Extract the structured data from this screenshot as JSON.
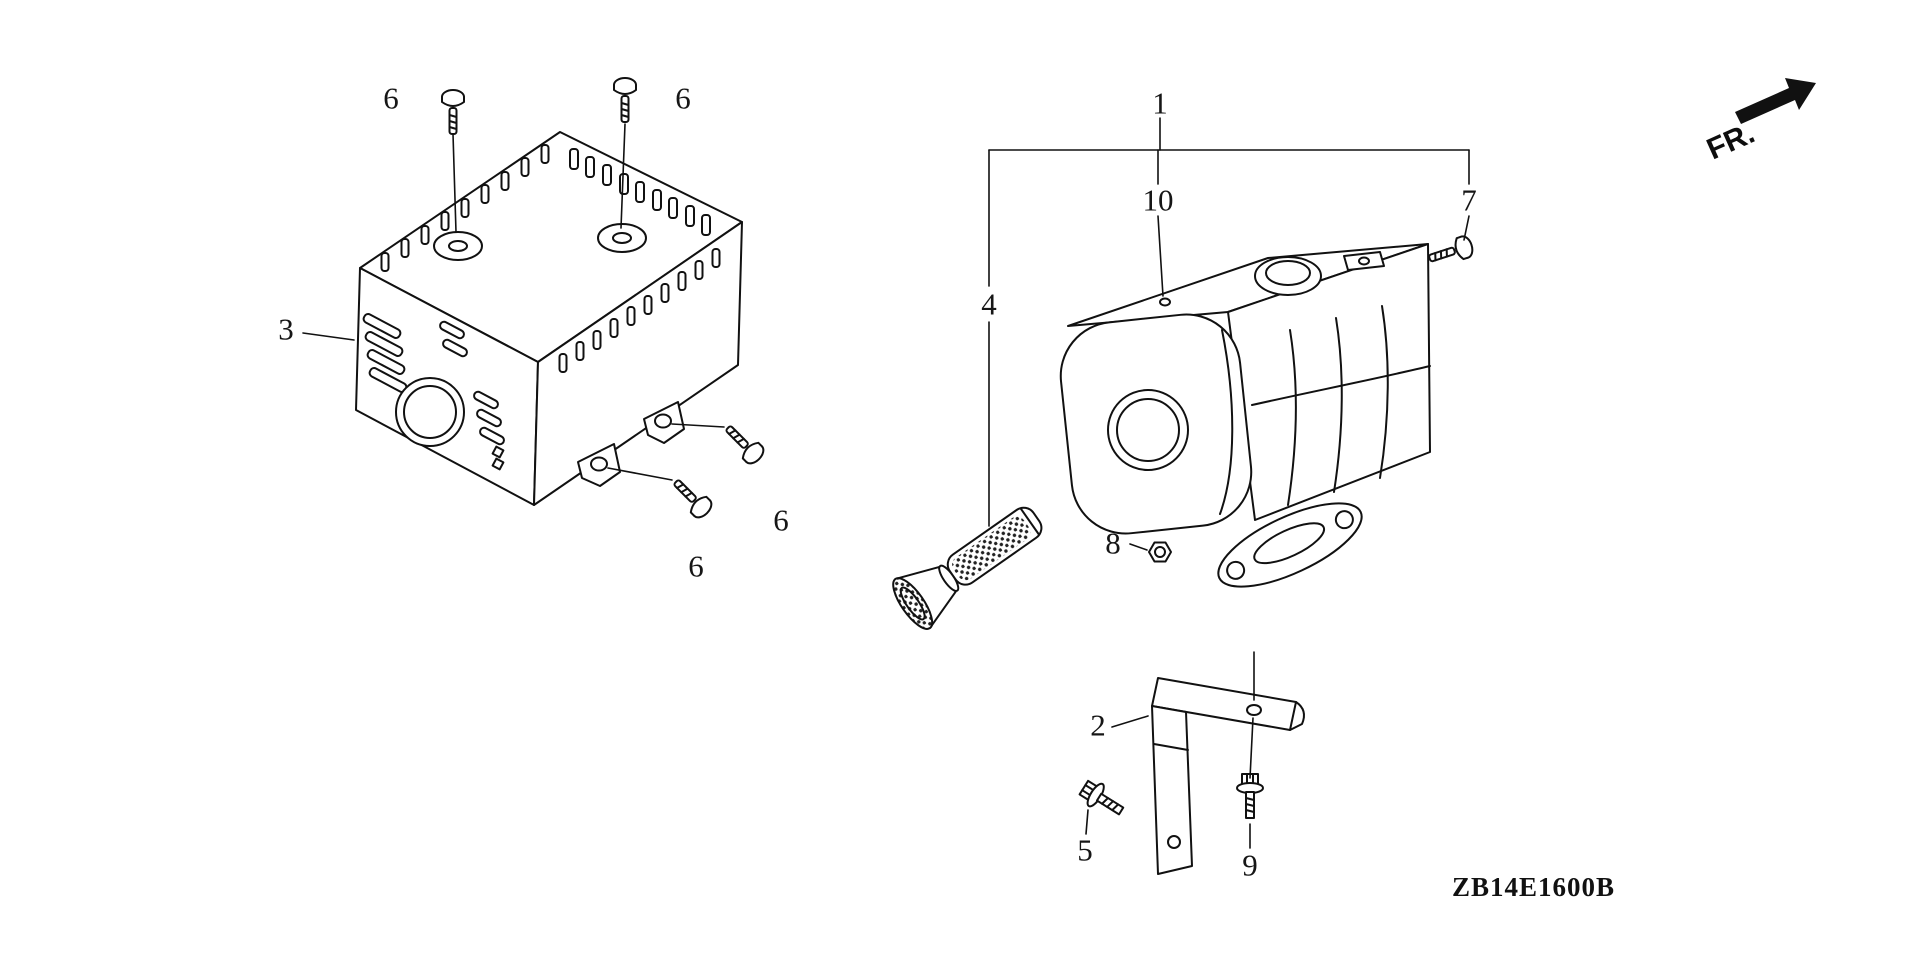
{
  "diagram": {
    "code": "ZB14E1600B",
    "direction_label": "FR."
  },
  "colors": {
    "line": "#111111",
    "background": "#ffffff"
  },
  "callouts": [
    {
      "label": "6"
    },
    {
      "label": "6"
    },
    {
      "label": "3"
    },
    {
      "label": "6"
    },
    {
      "label": "6"
    },
    {
      "label": "1"
    },
    {
      "label": "10"
    },
    {
      "label": "7"
    },
    {
      "label": "4"
    },
    {
      "label": "8"
    },
    {
      "label": "2"
    },
    {
      "label": "5"
    },
    {
      "label": "9"
    }
  ]
}
